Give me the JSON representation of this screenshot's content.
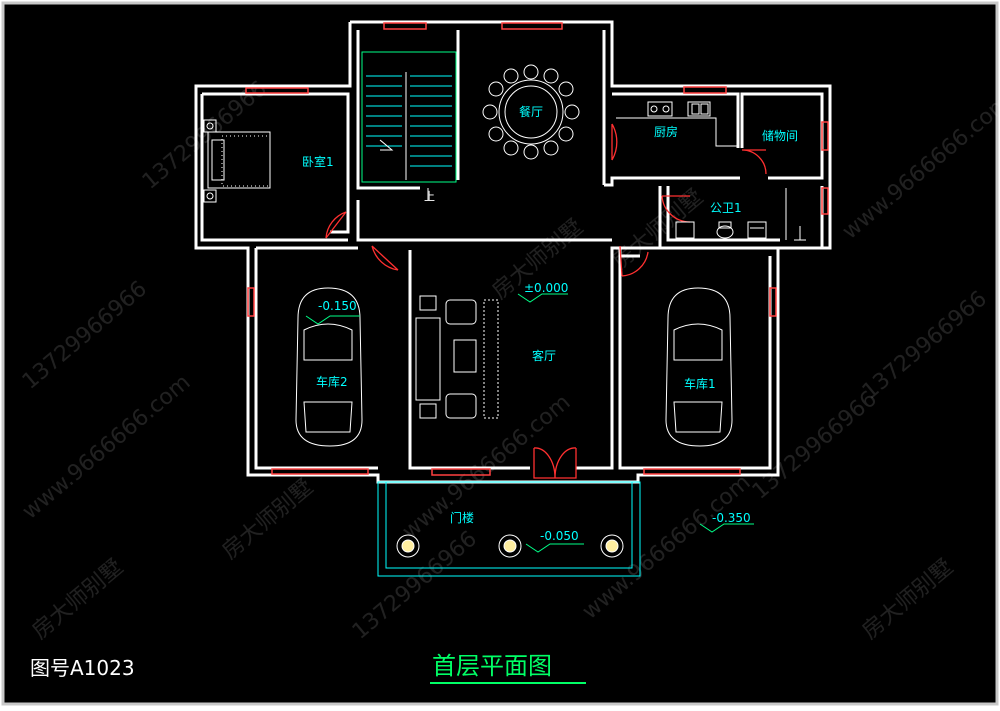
{
  "drawing": {
    "rooms": {
      "bedroom": "卧室1",
      "dining": "餐厅",
      "kitchen": "厨房",
      "storage": "储物间",
      "bathroom": "公卫1",
      "garage_left": "车库2",
      "living": "客厅",
      "garage_right": "车库1",
      "porch": "门楼"
    },
    "elevations": {
      "living": "±0.000",
      "garage_left": "-0.150",
      "porch": "-0.050",
      "outside": "-0.350"
    },
    "stair_mark": "上",
    "drawing_number": "图号A1023",
    "title": "首层平面图",
    "watermark_texts": [
      "房大师别墅",
      "13729966966",
      "www.9666666.com"
    ],
    "colors": {
      "background": "#000000",
      "frame": "#c8c8c8",
      "wall": "#ffffff",
      "window": "#ff4040",
      "door": "#ff3030",
      "label": "#00ffff",
      "title": "#00ff66",
      "watermark": "#ffffff"
    }
  }
}
